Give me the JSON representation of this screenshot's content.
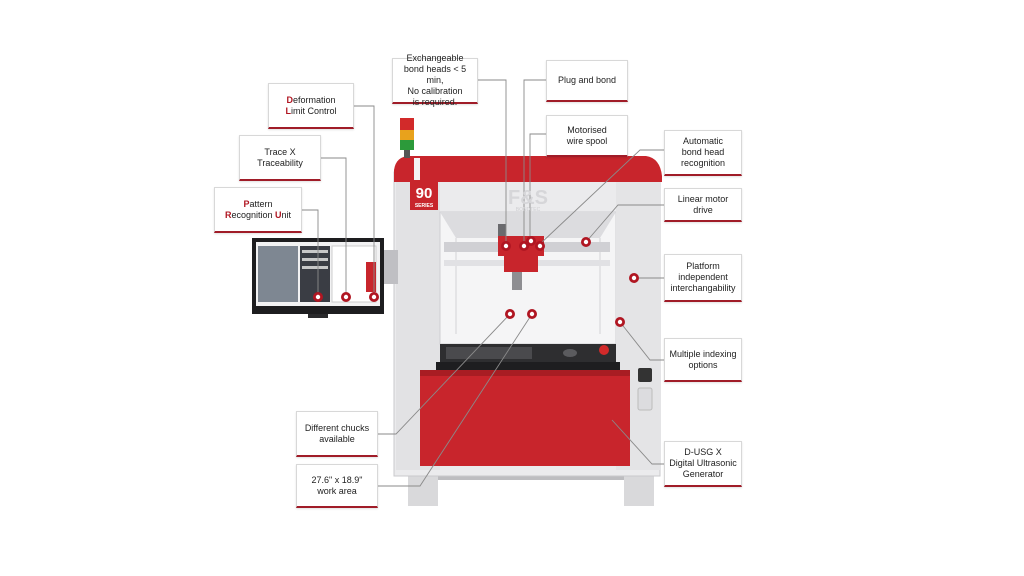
{
  "machine": {
    "series_number": "90",
    "series_label": "SERIES",
    "brand_text": "F&S",
    "brand_sub": "BONDTEC"
  },
  "callouts": {
    "exchangeable": [
      "Exchangeable",
      "bond heads < 5 min,",
      "No calibration",
      "is required."
    ],
    "plug": [
      "Plug and bond"
    ],
    "deformation": {
      "line1_first": "D",
      "line1_rest": "eformation",
      "line2_first": "L",
      "line2_rest": "imit Control"
    },
    "motorised": [
      "Motorised",
      "wire spool"
    ],
    "trace": [
      "Trace X",
      "Traceability"
    ],
    "autobond": [
      "Automatic",
      "bond head",
      "recognition"
    ],
    "pattern": {
      "line1_first": "P",
      "line1_rest": "attern",
      "line2_first": "R",
      "line2_rest": "ecognition ",
      "line2_u_first": "U",
      "line2_u_rest": "nit"
    },
    "linear": [
      "Linear motor drive"
    ],
    "platform": [
      "Platform",
      "independent",
      "interchangability"
    ],
    "indexing": [
      "Multiple indexing",
      "options"
    ],
    "chucks": [
      "Different chucks",
      "available"
    ],
    "dusg": [
      "D-USG X",
      "Digital Ultrasonic",
      "Generator"
    ],
    "workarea": [
      "27.6\" x 18.9\"",
      "work area"
    ]
  },
  "colors": {
    "accent_red": "#b01622",
    "machine_red": "#c8252c",
    "frame_grey": "#e6e6e8",
    "line_grey": "#8a8a8a"
  }
}
